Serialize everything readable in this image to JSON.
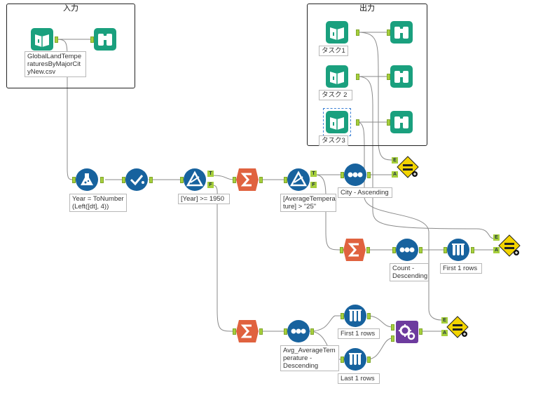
{
  "containers": [
    {
      "id": "input",
      "title": "入力"
    },
    {
      "id": "output",
      "title": "出力"
    }
  ],
  "tools": {
    "input_file": {
      "label": "GlobalLandTempe\nraturesByMajorCit\nyNew.csv",
      "icon": "book-input-icon"
    },
    "browse_input": {
      "icon": "binoculars-icon"
    },
    "out1": {
      "label": "タスク1",
      "icon": "book-input-icon"
    },
    "out2": {
      "label": "タスク 2",
      "icon": "book-input-icon"
    },
    "out3": {
      "label": "タスク3",
      "icon": "book-input-icon"
    },
    "browse1": {
      "icon": "binoculars-icon"
    },
    "browse2": {
      "icon": "binoculars-icon"
    },
    "browse3": {
      "icon": "binoculars-icon"
    },
    "formula": {
      "label": "Year = ToNumber\n(Left([dt], 4))",
      "icon": "flask-icon"
    },
    "select": {
      "icon": "checkmark-icon"
    },
    "filter1": {
      "label": "[Year] >= 1950",
      "icon": "filter-icon"
    },
    "summarize1": {
      "icon": "sigma-icon"
    },
    "filter2": {
      "label": "[AverageTempera\nture] > \"25\"",
      "icon": "filter-icon"
    },
    "sort_city": {
      "label": "City - Ascending",
      "icon": "sort-icon"
    },
    "compare1": {
      "icon": "test-equal-icon"
    },
    "summarize2": {
      "icon": "sigma-icon"
    },
    "sort_count": {
      "label": "Count -\nDescending",
      "icon": "sort-icon"
    },
    "sample1": {
      "label": "First 1 rows",
      "icon": "sample-icon"
    },
    "compare2": {
      "icon": "test-equal-icon"
    },
    "summarize3": {
      "icon": "sigma-icon"
    },
    "sort_avg": {
      "label": "Avg_AverageTem\nperature -\nDescending",
      "icon": "sort-icon"
    },
    "sample_first": {
      "label": "First 1 rows",
      "icon": "sample-icon"
    },
    "sample_last": {
      "label": "Last 1 rows",
      "icon": "sample-icon"
    },
    "union": {
      "icon": "gears-icon"
    },
    "compare3": {
      "icon": "test-equal-icon"
    }
  },
  "badges": {
    "true": "T",
    "false": "F"
  },
  "colors": {
    "teal": "#1aa07e",
    "blue": "#17629e",
    "orange": "#e0623f",
    "purple": "#6d3b9e",
    "yellow": "#f3d400",
    "anchor": "#a6cf3c",
    "wire": "#7a7a7a"
  }
}
